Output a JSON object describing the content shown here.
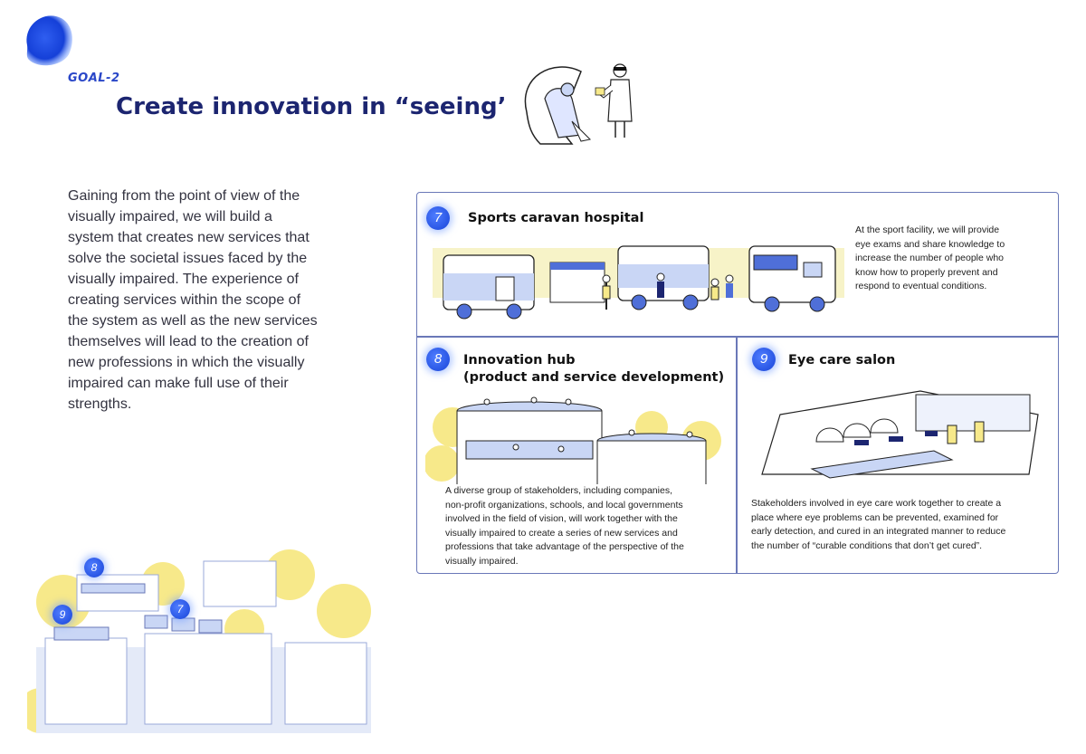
{
  "header": {
    "goal_label": "GOAL-2",
    "title": "Create innovation in “seeing’"
  },
  "intro": {
    "text": "Gaining from the point of view of the\nvisually impaired, we will build a\nsystem that creates new services that\nsolve the societal issues faced by the\nvisually impaired. The experience of\ncreating services within the scope of\nthe system as well as the new services\nthemselves will lead to the creation of\nnew professions in which the visually\nimpaired can make full use of their\nstrengths."
  },
  "sections": [
    {
      "number": "7",
      "title": "Sports caravan hospital",
      "description": "At the sport facility, we will provide\neye exams and share knowledge to\nincrease the number of people who\nknow how to properly prevent and\nrespond to eventual conditions."
    },
    {
      "number": "8",
      "title": "Innovation hub\n(product and service development)",
      "description": "A diverse group of stakeholders, including companies,\nnon-profit organizations, schools, and local governments\ninvolved in the field of vision, will work together with the\nvisually impaired to create a series of new services and\nprofessions that take advantage of the perspective of the\nvisually impaired."
    },
    {
      "number": "9",
      "title": "Eye care salon",
      "description": "Stakeholders involved in eye care work together to create a\nplace where eye problems can be prevented, examined for\nearly detection, and cured in an integrated manner to reduce\nthe number of “curable conditions that don’t get cured”."
    }
  ],
  "map_markers": [
    "8",
    "9",
    "7"
  ],
  "colors": {
    "accent_blue": "#1844d8",
    "title_navy": "#1c2570",
    "border": "#6a78b8",
    "illustration_yellow": "#f7e98a",
    "illustration_blue": "#c9d6f5"
  }
}
